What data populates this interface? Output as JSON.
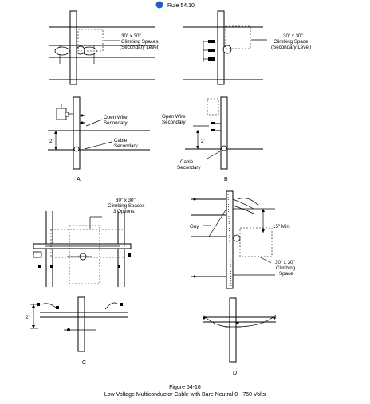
{
  "header": {
    "rule_label": "Rule 54.10",
    "bullet_color": "#1f5fbf"
  },
  "panel_a": {
    "letter": "A",
    "space_label": [
      "30\" x 30\"",
      "Climbing Spaces",
      "(Secondary Level)"
    ],
    "open_wire_label": [
      "Open Wire",
      "Secondary"
    ],
    "cable_label": [
      "Cable",
      "Secondary"
    ],
    "dimension": "2'"
  },
  "panel_b": {
    "letter": "B",
    "space_label": [
      "30\" x 30\"",
      "Climbing Space",
      "(Secondary Level)"
    ],
    "open_wire_label": [
      "Open Wire",
      "Secondary"
    ],
    "cable_label": [
      "Cable",
      "Secondary"
    ],
    "dimension": "2'"
  },
  "panel_c": {
    "letter": "C",
    "space_label": [
      "30\" x 30\"",
      "Climbing Spaces",
      "3 Options"
    ],
    "dimension": "2'"
  },
  "panel_d": {
    "letter": "D",
    "guy_label": "Guy",
    "min_label": "15\" Min.",
    "space_label": [
      "30\" x 30\"",
      "Climbing",
      "Space"
    ]
  },
  "figure": {
    "number": "Figure 54-16",
    "caption": "Low Voltage Multiconductor Cable with Bare Neutral 0 - 750 Volts"
  }
}
